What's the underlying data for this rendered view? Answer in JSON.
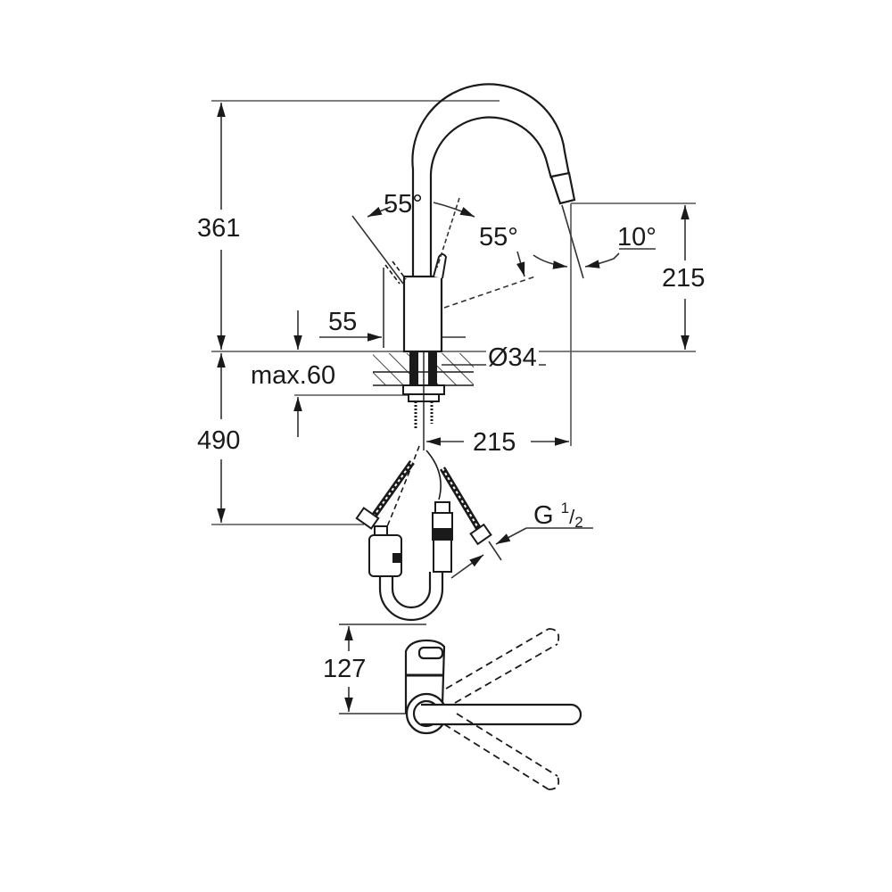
{
  "drawing": {
    "subject": "Single-lever kitchen mixer tap with C-spout (technical dimension drawing)",
    "units": "mm",
    "colors": {
      "line": "#1a1a1a",
      "background": "#ffffff",
      "dimension_line": "#333333"
    }
  },
  "dimensions": {
    "total_height": "361",
    "spout_outlet_height": "215",
    "spout_reach": "215",
    "lever_clearance": "55",
    "body_diameter": "Ø34",
    "max_deck_thickness": "max.60",
    "hose_length": "490",
    "lever_depth_top_view": "127",
    "connection_thread": {
      "base": "G",
      "numerator": "1",
      "denominator": "2"
    }
  },
  "angles": {
    "lever_rotation_left": "55°",
    "lever_rotation_right": "55°",
    "spout_tilt": "10°"
  },
  "views": [
    {
      "name": "side-elevation",
      "description": "Tap body, lever, C-spout, deck mounting and supply hoses"
    },
    {
      "name": "top-view",
      "description": "Lever swing with dashed alternate positions"
    }
  ]
}
